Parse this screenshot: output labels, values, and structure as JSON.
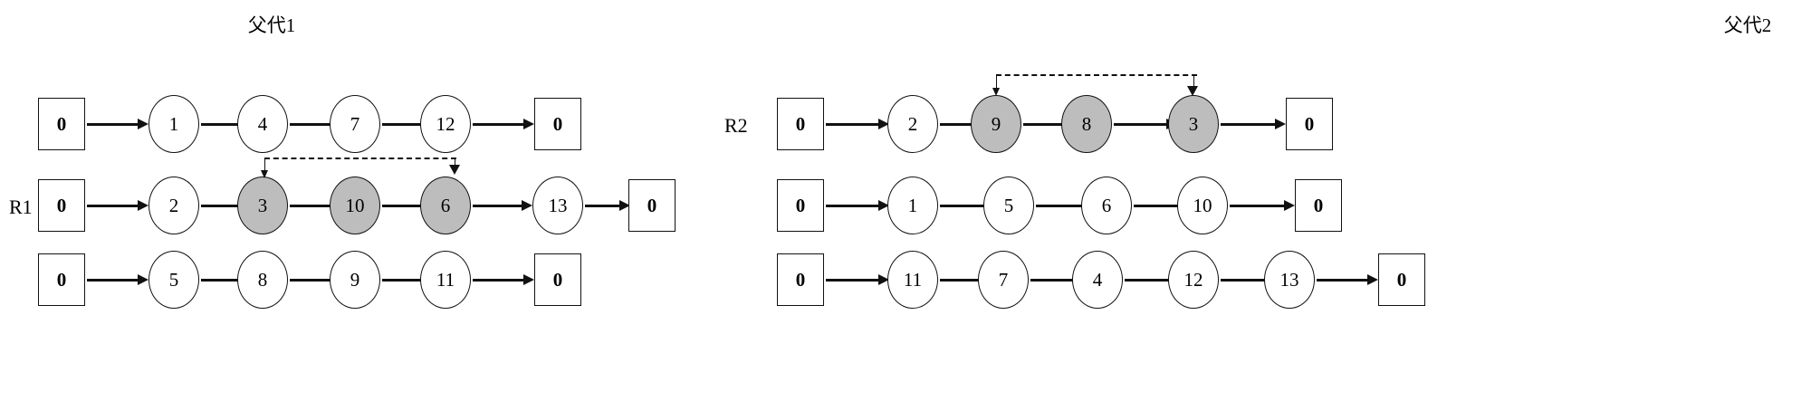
{
  "diagram": {
    "type": "route-chromosome-crossover",
    "background": "#ffffff",
    "node_fill": "#ffffff",
    "node_shaded_fill": "#bdbdbd",
    "stroke": "#111111"
  },
  "panels": [
    {
      "id": "parent1",
      "title": "父代1",
      "routes": [
        {
          "id": "p1-r1",
          "label": "",
          "sequence": [
            "0",
            "1",
            "4",
            "7",
            "12",
            "0"
          ],
          "shaded": [],
          "bracket": null
        },
        {
          "id": "p1-r2",
          "label": "R1",
          "sequence": [
            "0",
            "2",
            "3",
            "10",
            "6",
            "13",
            "0"
          ],
          "shaded": [
            "3",
            "10",
            "6"
          ],
          "bracket": {
            "from": "3",
            "to": "6"
          }
        },
        {
          "id": "p1-r3",
          "label": "",
          "sequence": [
            "0",
            "5",
            "8",
            "9",
            "11",
            "0"
          ],
          "shaded": [],
          "bracket": null
        }
      ]
    },
    {
      "id": "parent2",
      "title": "父代2",
      "routes": [
        {
          "id": "p2-r1",
          "label": "R2",
          "sequence": [
            "0",
            "2",
            "9",
            "8",
            "3",
            "0"
          ],
          "shaded": [
            "9",
            "8",
            "3"
          ],
          "bracket": {
            "from": "9",
            "to": "3"
          }
        },
        {
          "id": "p2-r2",
          "label": "",
          "sequence": [
            "0",
            "1",
            "5",
            "6",
            "10",
            "0"
          ],
          "shaded": [],
          "bracket": null
        },
        {
          "id": "p2-r3",
          "label": "",
          "sequence": [
            "0",
            "11",
            "7",
            "4",
            "12",
            "13",
            "0"
          ],
          "shaded": [],
          "bracket": null
        }
      ]
    }
  ]
}
